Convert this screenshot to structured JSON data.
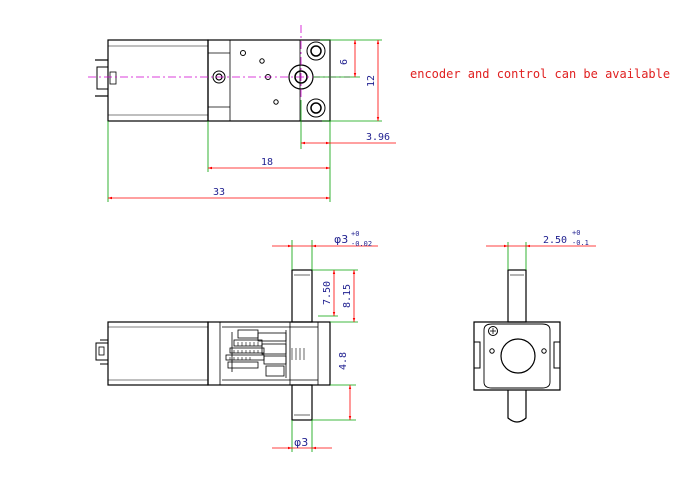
{
  "note": "encoder and control can be available",
  "dimensions": {
    "top_view": {
      "width_18": "18",
      "width_33": "33",
      "offset_396": "3.96",
      "height_6": "6",
      "height_12": "12"
    },
    "front_view": {
      "shaft_dia_top": "φ3",
      "shaft_tol_upper": "+0",
      "shaft_tol_lower": "-0.02",
      "shaft_len_750": "7.50",
      "shaft_len_815": "8.15",
      "shaft_len_48": "4.8",
      "shaft_dia_bottom": "φ3"
    },
    "side_view": {
      "flat": "2.50",
      "flat_tol_upper": "+0",
      "flat_tol_lower": "-0.1"
    }
  },
  "colors": {
    "outline": "#000000",
    "dimension_line": "#ff0000",
    "extension_line": "#00a000",
    "centerline": "#d000d0",
    "text": "#1f1f8f",
    "note": "#e02020"
  }
}
